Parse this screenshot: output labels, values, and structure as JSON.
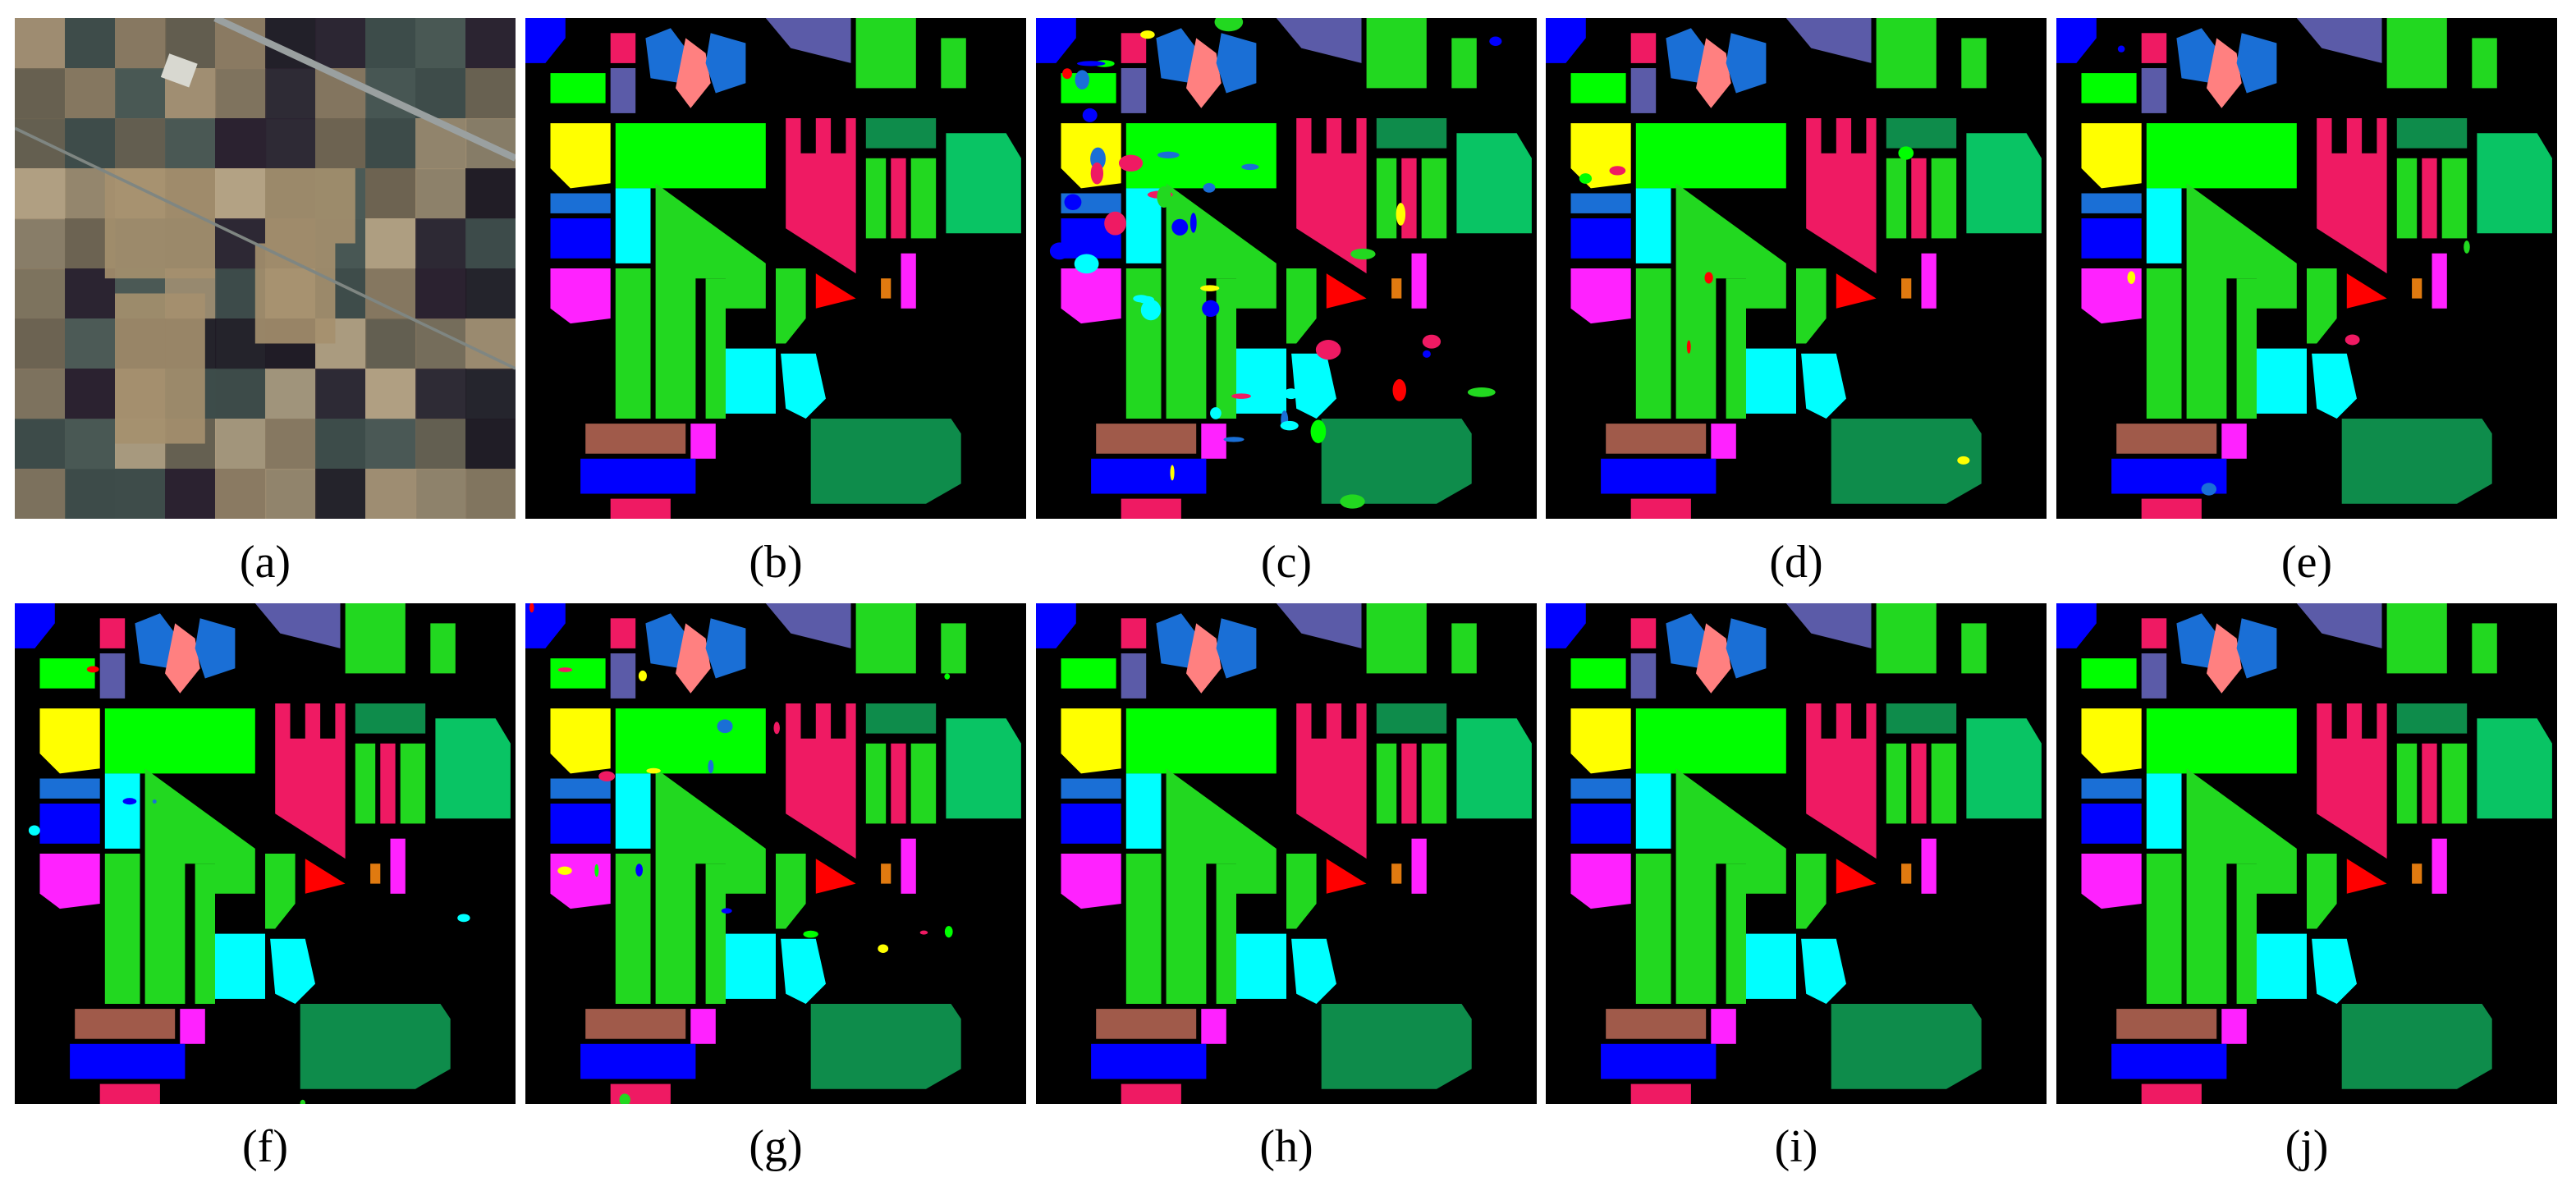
{
  "figure": {
    "panels": [
      {
        "label": "(a)",
        "kind": "false-color-image"
      },
      {
        "label": "(b)",
        "kind": "ground-truth-map"
      },
      {
        "label": "(c)",
        "kind": "classification-map",
        "noise": "high"
      },
      {
        "label": "(d)",
        "kind": "classification-map",
        "noise": "low"
      },
      {
        "label": "(e)",
        "kind": "classification-map",
        "noise": "low"
      },
      {
        "label": "(f)",
        "kind": "classification-map",
        "noise": "low"
      },
      {
        "label": "(g)",
        "kind": "classification-map",
        "noise": "medium"
      },
      {
        "label": "(h)",
        "kind": "classification-map",
        "noise": "none"
      },
      {
        "label": "(i)",
        "kind": "classification-map",
        "noise": "none"
      },
      {
        "label": "(j)",
        "kind": "classification-map",
        "noise": "none"
      }
    ],
    "class_colors": {
      "background": "#000000",
      "bright_green": "#00ff00",
      "lime_green": "#22d820",
      "dark_green": "#0e8c4b",
      "sea_green": "#09c464",
      "magenta_pink": "#ef1a63",
      "hot_pink": "#ff22ff",
      "cyan": "#00ffff",
      "blue": "#0000ff",
      "medium_blue": "#1a6fd6",
      "slate_purple": "#5b5ba8",
      "yellow": "#ffff00",
      "salmon": "#ff8080",
      "brown": "#a05a4a",
      "red": "#ff0000",
      "orange": "#e07a10"
    }
  }
}
